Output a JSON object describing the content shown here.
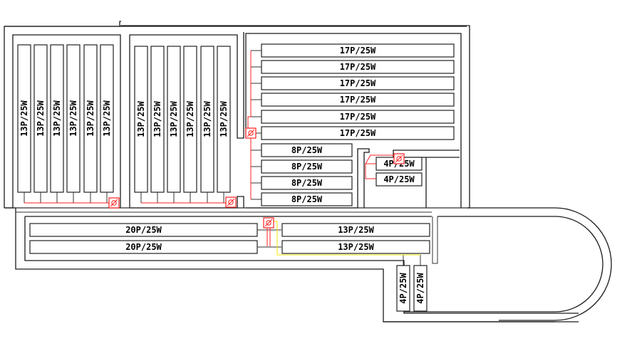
{
  "drawing": {
    "type": "lighting-layout-plan",
    "colors": {
      "wall": "#1a1a1a",
      "switch_wire": "#ff2020",
      "alt_wire": "#f2e600",
      "fixture_outline": "#222222"
    }
  },
  "rooms": {
    "room_a": {
      "fixtures": [
        {
          "label": "13P/25W"
        },
        {
          "label": "13P/25W"
        },
        {
          "label": "13P/25W"
        },
        {
          "label": "13P/25W"
        },
        {
          "label": "13P/25W"
        },
        {
          "label": "13P/25W"
        }
      ],
      "switch": {
        "symbol": "switch-icon"
      }
    },
    "room_b": {
      "fixtures": [
        {
          "label": "13P/25W"
        },
        {
          "label": "13P/25W"
        },
        {
          "label": "13P/25W"
        },
        {
          "label": "13P/25W"
        },
        {
          "label": "13P/25W"
        },
        {
          "label": "13P/25W"
        }
      ],
      "switch": {
        "symbol": "switch-icon"
      }
    },
    "room_c": {
      "fixtures_wide": [
        {
          "label": "17P/25W"
        },
        {
          "label": "17P/25W"
        },
        {
          "label": "17P/25W"
        },
        {
          "label": "17P/25W"
        },
        {
          "label": "17P/25W"
        },
        {
          "label": "17P/25W"
        }
      ],
      "fixtures_narrow": [
        {
          "label": "8P/25W"
        },
        {
          "label": "8P/25W"
        },
        {
          "label": "8P/25W"
        },
        {
          "label": "8P/25W"
        }
      ],
      "switch": {
        "symbol": "switch-icon"
      }
    },
    "room_d": {
      "fixtures": [
        {
          "label": "4P/25W"
        },
        {
          "label": "4P/25W"
        }
      ],
      "switch": {
        "symbol": "switch-icon"
      }
    },
    "corridor": {
      "fixtures_left": [
        {
          "label": "20P/25W"
        },
        {
          "label": "20P/25W"
        }
      ],
      "fixtures_right": [
        {
          "label": "13P/25W"
        },
        {
          "label": "13P/25W"
        }
      ],
      "fixtures_vertical": [
        {
          "label": "4P/25W"
        },
        {
          "label": "4P/25W"
        }
      ],
      "switch": {
        "symbol": "switch-icon"
      }
    }
  }
}
